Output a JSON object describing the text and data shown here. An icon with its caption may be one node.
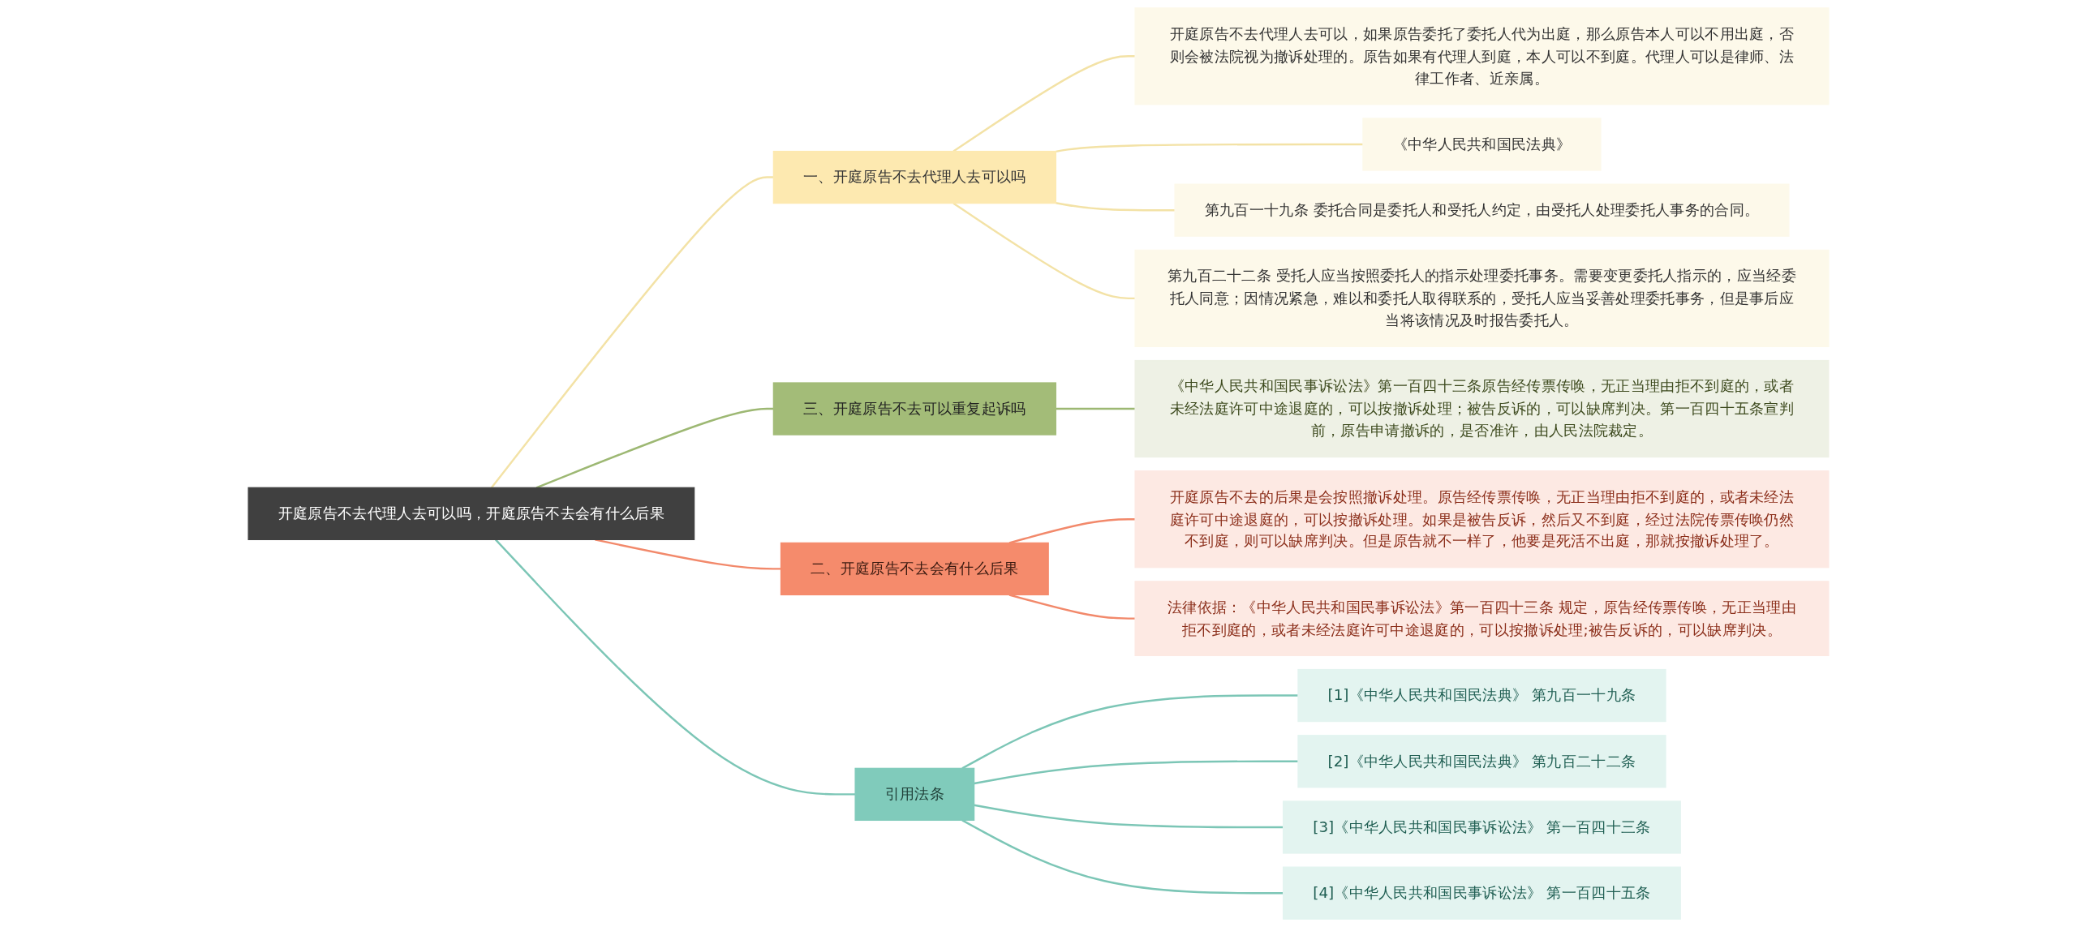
{
  "diagram": {
    "nodes": [
      {
        "text": [
          "开庭原告不去代理人去可以吗，开庭原告不去会有什么后果"
        ]
      },
      {
        "text": [
          "一、开庭原告不去代理人去可以吗"
        ]
      },
      {
        "text": [
          "开庭原告不去代理人去可以，如果原告委托了委托人代为出庭，那么原告本人可以不用出庭，否则会被法院视为撤诉处理的。原告如果有代理人到庭，本人可以不到庭。代理人可以是律师、法律工作者、近亲属。"
        ]
      },
      {
        "text": [
          "《中华人民共和国民法典》"
        ]
      },
      {
        "text": [
          "第九百一十九条 委托合同是委托人和受托人约定，由受托人处理委托人事务的合同。"
        ]
      },
      {
        "text": [
          "第九百二十二条 受托人应当按照委托人的指示处理委托事务。需要变更委托人指示的，应当经委托人同意；因情况紧急，难以和委托人取得联系的，受托人应当妥善处理委托事务，但是事后应当将该情况及时报告委托人。"
        ]
      },
      {
        "text": [
          "三、开庭原告不去可以重复起诉吗"
        ]
      },
      {
        "text": [
          "《中华人民共和国民事诉讼法》第一百四十三条原告经传票传唤，无正当理由拒不到庭的，或者未经法庭许可中途退庭的，可以按撤诉处理；被告反诉的，可以缺席判决。第一百四十五条宣判前，原告申请撤诉的，是否准许，由人民法院裁定。"
        ]
      },
      {
        "text": [
          "二、开庭原告不去会有什么后果"
        ]
      },
      {
        "text": [
          "开庭原告不去的后果是会按照撤诉处理。原告经传票传唤，无正当理由拒不到庭的，或者未经法庭许可中途退庭的，可以按撤诉处理。如果是被告反诉，然后又不到庭，经过法院传票传唤仍然不到庭，则可以缺席判决。但是原告就不一样了，他要是死活不出庭，那就按撤诉处理了。"
        ]
      },
      {
        "text": [
          "法律依据：《中华人民共和国民事诉讼法》第一百四十三条 规定，原告经传票传唤，无正当理由拒不到庭的，或者未经法庭许可中途退庭的，可以按撤诉处理;被告反诉的，可以缺席判决。"
        ]
      },
      {
        "text": [
          "引用法条"
        ]
      },
      {
        "text": [
          "[1]《中华人民共和国民法典》 第九百一十九条"
        ]
      },
      {
        "text": [
          "[2]《中华人民共和国民法典》 第九百二十二条"
        ]
      },
      {
        "text": [
          "[3]《中华人民共和国民事诉讼法》 第一百四十三条"
        ]
      },
      {
        "text": [
          "[4]《中华人民共和国民事诉讼法》 第一百四十五条"
        ]
      }
    ],
    "edges": [
      {
        "from": 0,
        "to": 1,
        "arrow": "none",
        "color": "#f3e2a6"
      },
      {
        "from": 1,
        "to": 2,
        "arrow": "none",
        "color": "#f3e2a6"
      },
      {
        "from": 1,
        "to": 3,
        "arrow": "none",
        "color": "#f3e2a6"
      },
      {
        "from": 1,
        "to": 4,
        "arrow": "none",
        "color": "#f3e2a6"
      },
      {
        "from": 1,
        "to": 5,
        "arrow": "none",
        "color": "#f3e2a6"
      },
      {
        "from": 0,
        "to": 6,
        "arrow": "none",
        "color": "#9db873"
      },
      {
        "from": 6,
        "to": 7,
        "arrow": "none",
        "color": "#9db873"
      },
      {
        "from": 0,
        "to": 8,
        "arrow": "none",
        "color": "#f2896b"
      },
      {
        "from": 8,
        "to": 9,
        "arrow": "none",
        "color": "#f2896b"
      },
      {
        "from": 8,
        "to": 10,
        "arrow": "none",
        "color": "#f2896b"
      },
      {
        "from": 0,
        "to": 11,
        "arrow": "none",
        "color": "#7cc6b6"
      },
      {
        "from": 11,
        "to": 12,
        "arrow": "none",
        "color": "#7cc6b6"
      },
      {
        "from": 11,
        "to": 13,
        "arrow": "none",
        "color": "#7cc6b6"
      },
      {
        "from": 11,
        "to": 14,
        "arrow": "none",
        "color": "#7cc6b6"
      },
      {
        "from": 11,
        "to": 15,
        "arrow": "none",
        "color": "#7cc6b6"
      }
    ]
  }
}
